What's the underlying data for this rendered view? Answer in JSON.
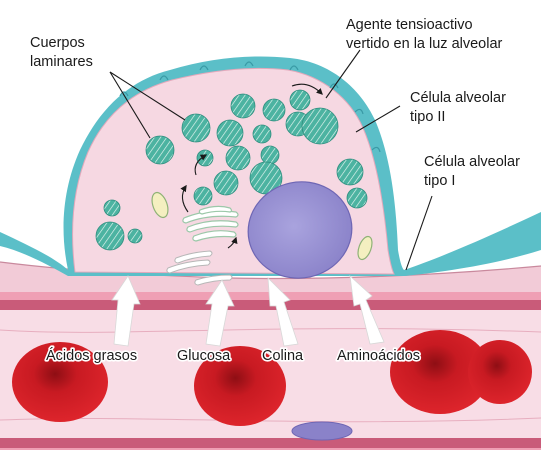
{
  "labels": {
    "cuerpos_line1": "Cuerpos",
    "cuerpos_line2": "laminares",
    "agente_line1": "Agente tensioactivo",
    "agente_line2": "vertido en la luz alveolar",
    "tipo2_line1": "Célula alveolar",
    "tipo2_line2": "tipo II",
    "tipo1_line1": "Célula alveolar",
    "tipo1_line2": "tipo I",
    "acidos": "Ácidos grasos",
    "glucosa": "Glucosa",
    "colina": "Colina",
    "aminoacidos": "Aminoácidos"
  },
  "colors": {
    "cytoplasm": "#f6d8e2",
    "surfactant_layer": "#5bbfc8",
    "lamellar_body": "#4fb8a6",
    "nucleus": "#9d96d6",
    "vessel_wall": "#e9a9b9",
    "red_cell": "#d41f27",
    "nutrient_arrow": "#ffffff"
  }
}
